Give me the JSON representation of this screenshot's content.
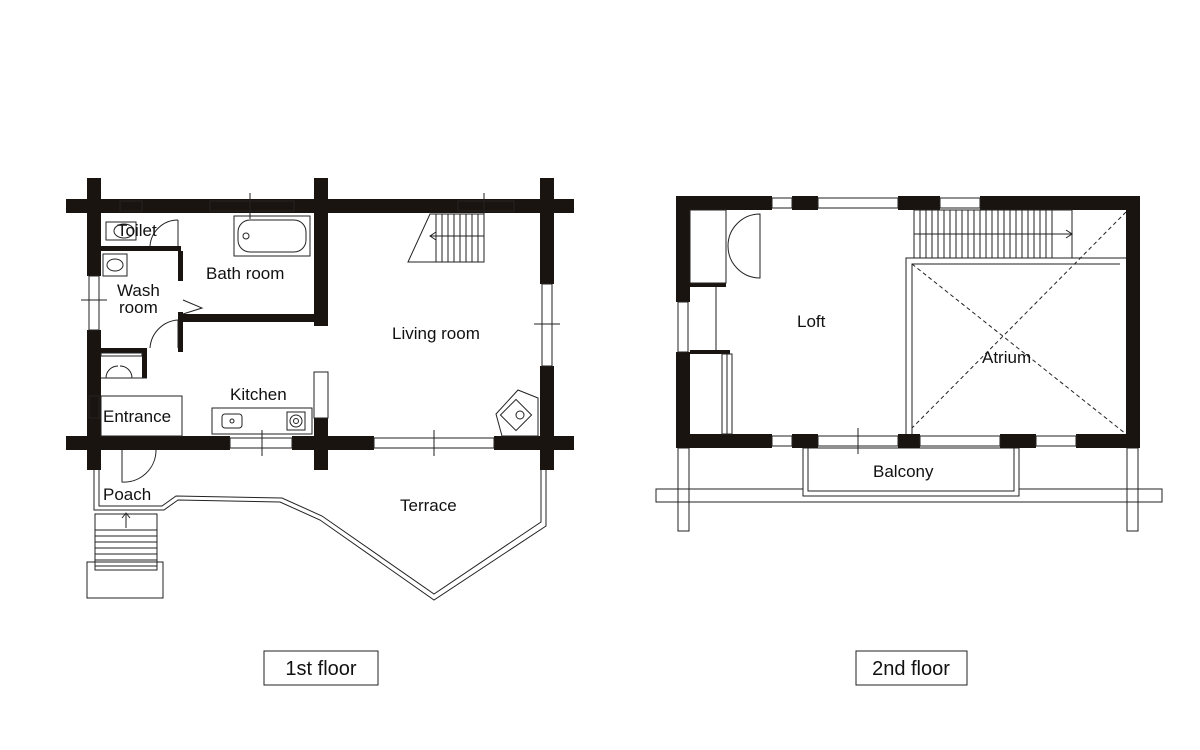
{
  "colors": {
    "wall": "#1a1410",
    "line": "#222222",
    "background": "#ffffff"
  },
  "first_floor": {
    "caption": "1st floor",
    "rooms": {
      "toilet": "Toilet",
      "bath_room": "Bath room",
      "wash_room_line1": "Wash",
      "wash_room_line2": "room",
      "living_room": "Living room",
      "kitchen": "Kitchen",
      "entrance": "Entrance",
      "poach": "Poach",
      "terrace": "Terrace"
    }
  },
  "second_floor": {
    "caption": "2nd floor",
    "rooms": {
      "loft": "Loft",
      "atrium": "Atrium",
      "balcony": "Balcony"
    }
  }
}
